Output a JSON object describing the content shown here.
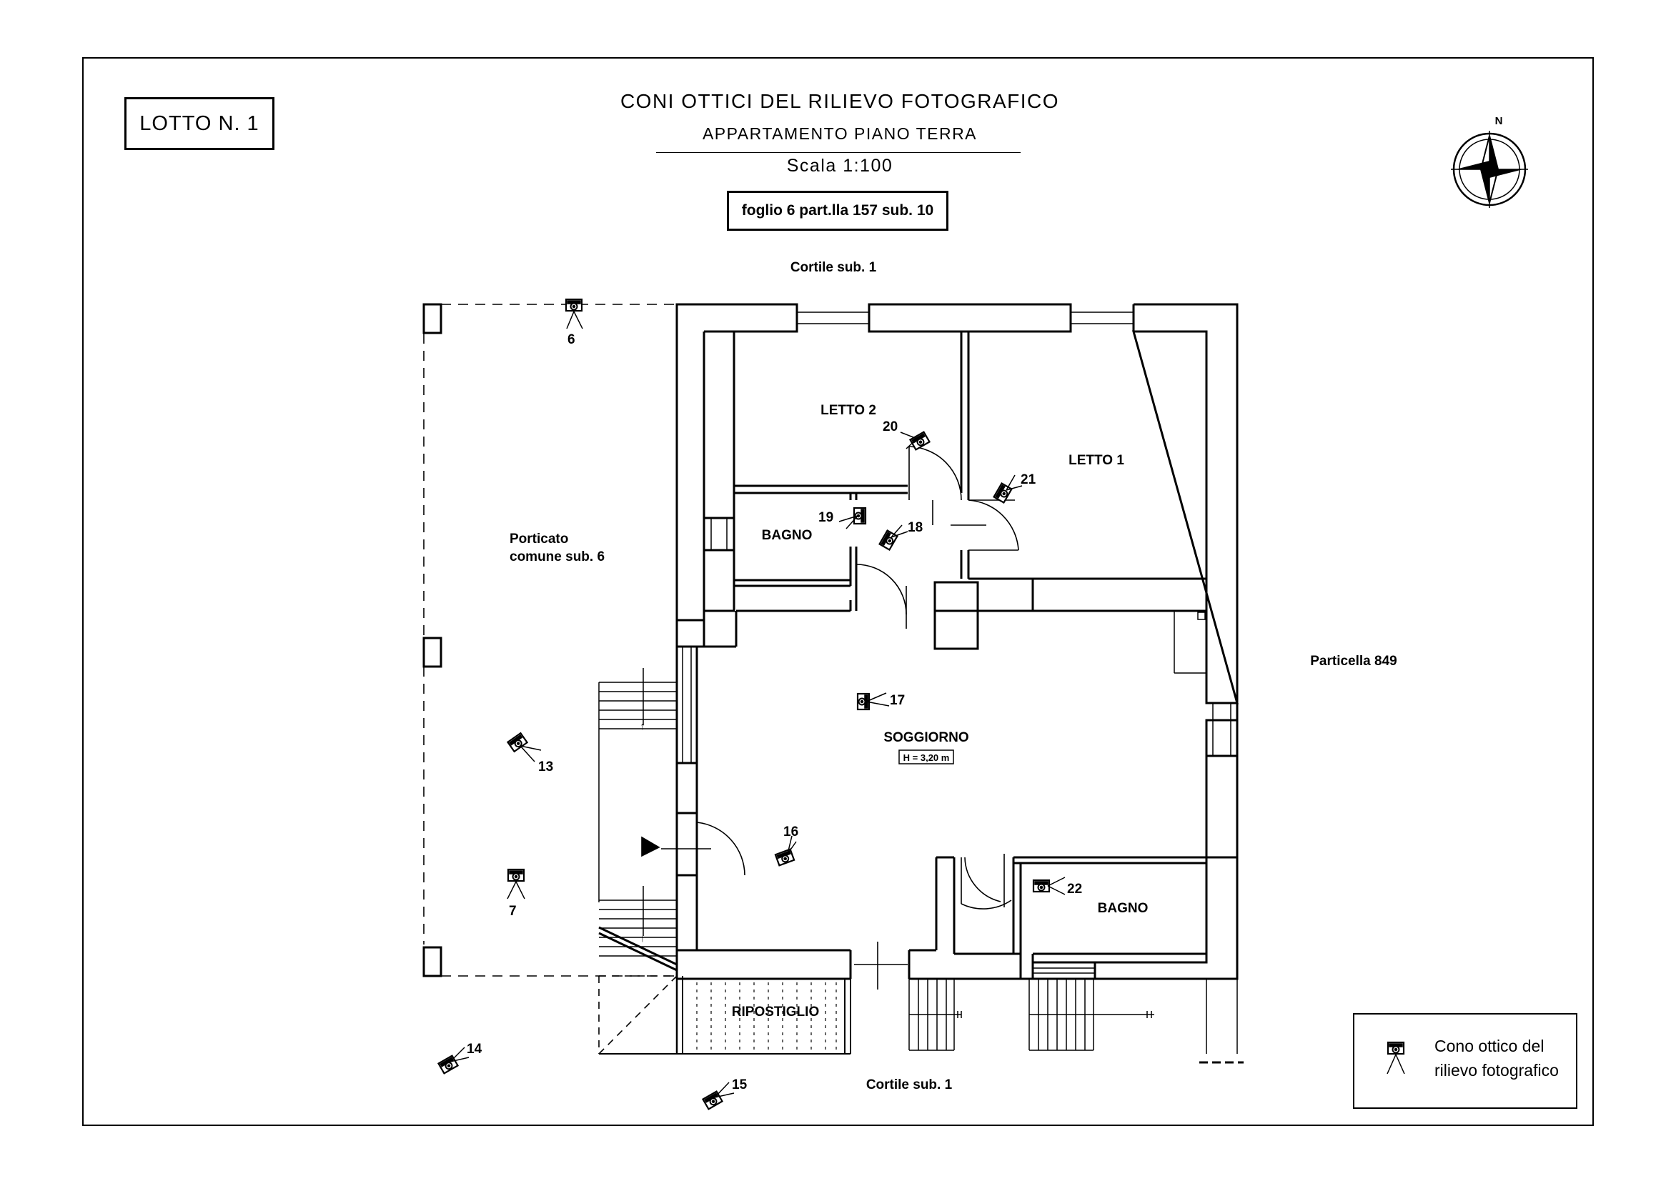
{
  "header": {
    "lot_label": "LOTTO N. 1",
    "title": "CONI OTTICI DEL RILIEVO FOTOGRAFICO",
    "subtitle": "APPARTAMENTO PIANO TERRA",
    "scale": "Scala 1:100",
    "cadastral": "foglio 6 part.lla 157 sub. 10"
  },
  "compass": {
    "north_label": "N"
  },
  "labels": {
    "cortile_top": "Cortile sub. 1",
    "cortile_bottom": "Cortile sub. 1",
    "particella": "Particella 849",
    "porticato_1": "Porticato",
    "porticato_2": "comune sub. 6"
  },
  "rooms": {
    "letto2": "LETTO 2",
    "letto1": "LETTO 1",
    "bagno_small": "BAGNO",
    "soggiorno": "SOGGIORNO",
    "soggiorno_height": "H = 3,20 m",
    "bagno": "BAGNO",
    "ripostiglio": "RIPOSTIGLIO"
  },
  "cameras": [
    {
      "id": "6",
      "label": "6"
    },
    {
      "id": "7",
      "label": "7"
    },
    {
      "id": "13",
      "label": "13"
    },
    {
      "id": "14",
      "label": "14"
    },
    {
      "id": "15",
      "label": "15"
    },
    {
      "id": "16",
      "label": "16"
    },
    {
      "id": "17",
      "label": "17"
    },
    {
      "id": "18",
      "label": "18"
    },
    {
      "id": "19",
      "label": "19"
    },
    {
      "id": "20",
      "label": "20"
    },
    {
      "id": "21",
      "label": "21"
    },
    {
      "id": "22",
      "label": "22"
    }
  ],
  "legend": {
    "icon": "camera-icon",
    "line1": "Cono ottico del",
    "line2": "rilievo fotografico"
  }
}
